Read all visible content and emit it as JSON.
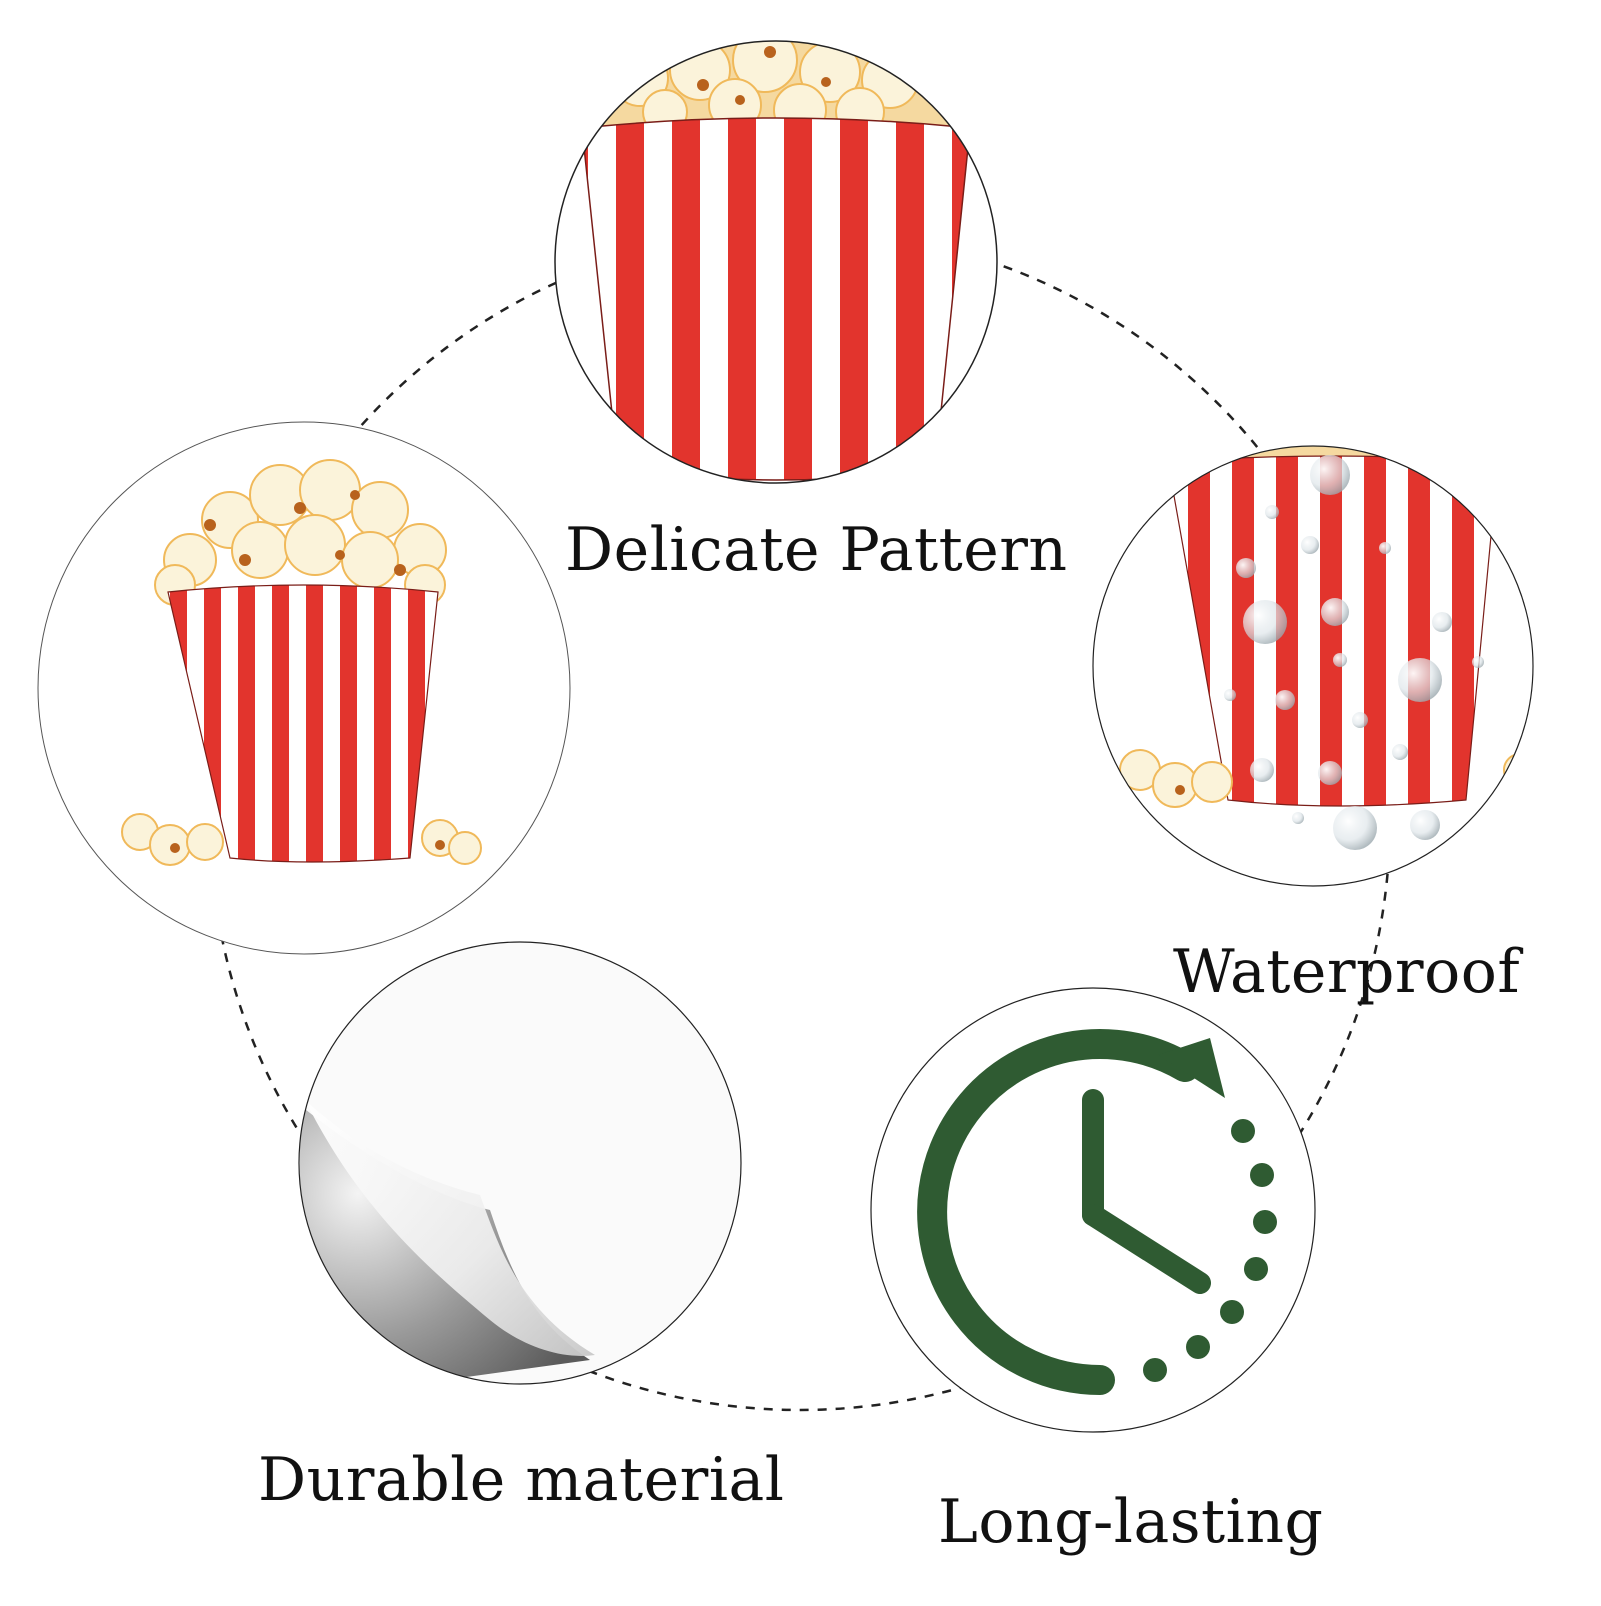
{
  "features": [
    {
      "id": "delicate-pattern",
      "label": "Delicate Pattern",
      "icon": "popcorn-box-close-up"
    },
    {
      "id": "waterproof",
      "label": "Waterproof",
      "icon": "water-droplets-on-box"
    },
    {
      "id": "long-lasting",
      "label": "Long-lasting",
      "icon": "clock-arrow-icon"
    },
    {
      "id": "durable-material",
      "label": "Durable material",
      "icon": "peeling-sticker-corner"
    },
    {
      "id": "popcorn-sticker",
      "label": "",
      "icon": "popcorn-bucket-sticker"
    }
  ],
  "colors": {
    "stripe_red": "#e2342d",
    "stripe_white": "#ffffff",
    "popcorn": "#fbf3da",
    "popcorn_shadow": "#f0b95a",
    "clock_green": "#2f5b32",
    "outline": "#333333"
  }
}
